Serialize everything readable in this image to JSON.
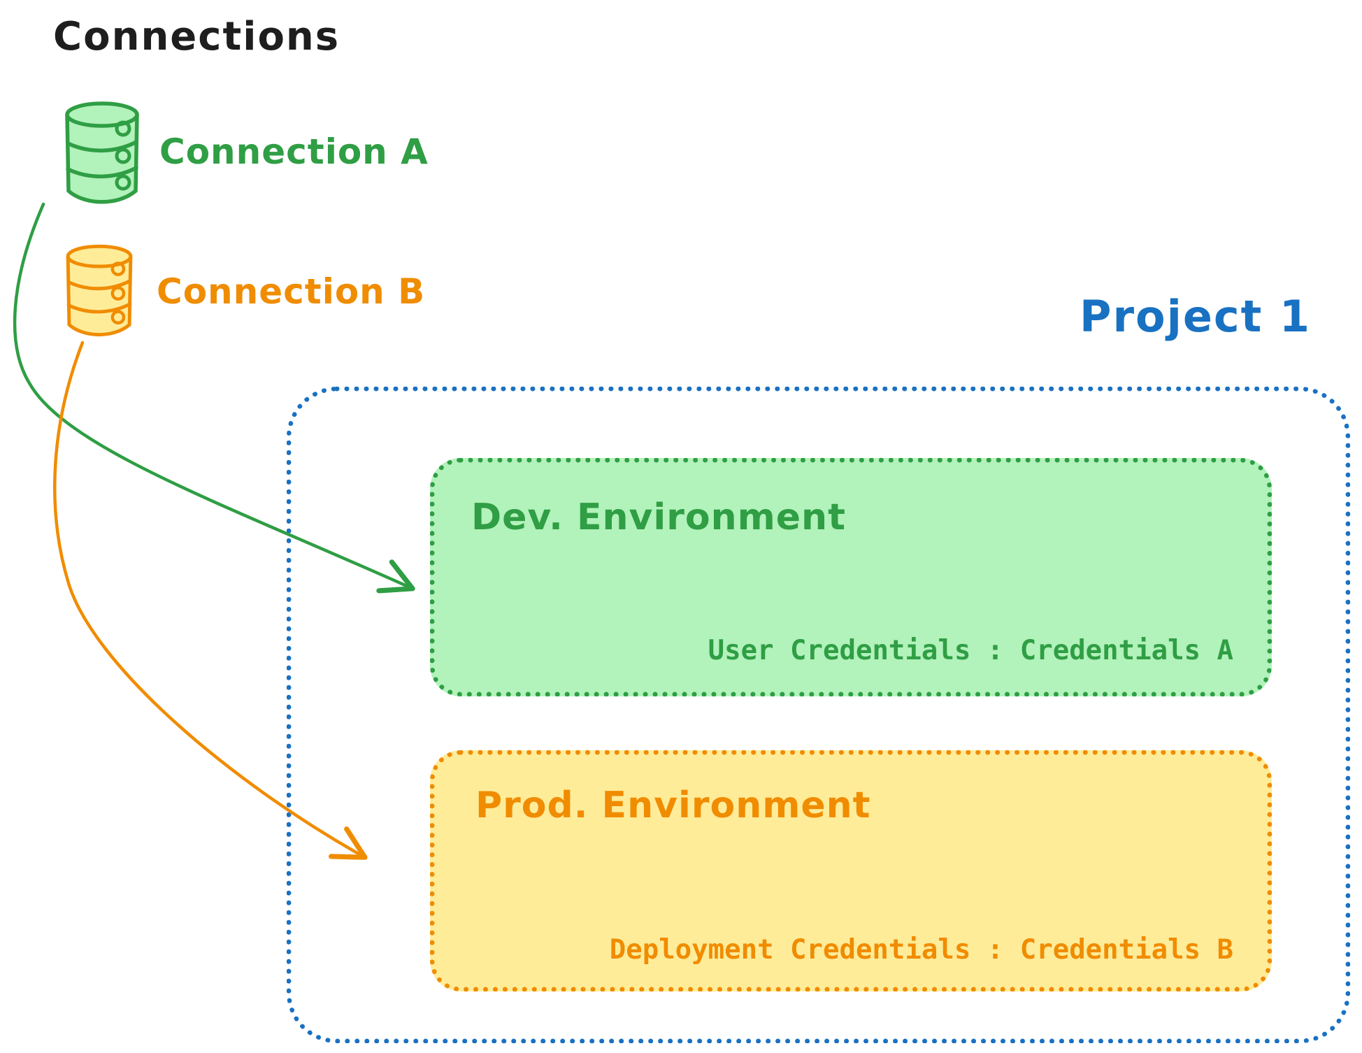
{
  "title": "Connections",
  "connections": [
    {
      "label": "Connection A",
      "icon": "database-icon",
      "stroke_color": "#2f9e44",
      "fill_color": "#b2f2bb"
    },
    {
      "label": "Connection B",
      "icon": "database-icon",
      "stroke_color": "#f08c00",
      "fill_color": "#ffec99"
    }
  ],
  "project": {
    "label": "Project 1",
    "border_color": "#1971c2",
    "environments": [
      {
        "name": "Dev. Environment",
        "credentials": "User Credentials : Credentials A",
        "stroke_color": "#2f9e44",
        "fill_color": "#b2f2bb"
      },
      {
        "name": "Prod. Environment",
        "credentials": "Deployment Credentials : Credentials B",
        "stroke_color": "#f08c00",
        "fill_color": "#ffec99"
      }
    ]
  },
  "arrows": [
    {
      "name": "connection-a-to-dev",
      "color": "#2f9e44"
    },
    {
      "name": "connection-b-to-prod",
      "color": "#f08c00"
    }
  ]
}
